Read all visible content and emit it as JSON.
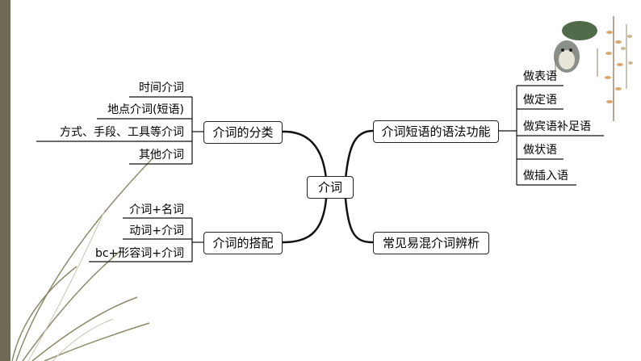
{
  "center": {
    "label": "介词"
  },
  "branches": {
    "classification": {
      "label": "介词的分类",
      "items": [
        "时间介词",
        "地点介词(短语)",
        "方式、手段、工具等介词",
        "其他介词"
      ]
    },
    "collocation": {
      "label": "介词的搭配",
      "items": [
        "介词+名词",
        "动词+介词",
        "bc+形容词+介词"
      ]
    },
    "function": {
      "label": "介词短语的语法功能",
      "items": [
        "做表语",
        "做定语",
        "做宾语补足语",
        "做状语",
        "做插入语"
      ]
    },
    "confusion": {
      "label": "常见易混介词辨析"
    }
  }
}
